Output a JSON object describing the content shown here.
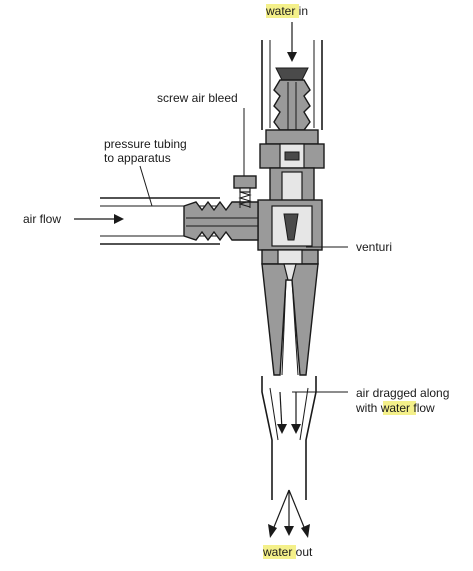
{
  "labels": {
    "water_in": {
      "highlight": "water",
      "rest": " in"
    },
    "screw_air_bleed": "screw air bleed",
    "pressure_tubing_line1": "pressure tubing",
    "pressure_tubing_line2": "to apparatus",
    "air_flow": "air flow",
    "venturi": "venturi",
    "air_dragged_line1": "air dragged along",
    "air_dragged_line2_prefix": "with ",
    "air_dragged_line2_highlight": "water",
    "air_dragged_line2_suffix": " flow",
    "water_out": {
      "highlight": "water",
      "rest": " out"
    }
  },
  "colors": {
    "highlight": "#f4f08a",
    "ink": "#1a1a1a",
    "metal": "#9a9a9a"
  }
}
